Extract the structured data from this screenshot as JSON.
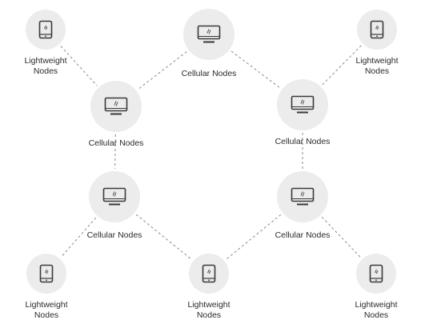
{
  "diagram": {
    "nodes": [
      {
        "id": "lw-top-left",
        "kind": "lightweight",
        "icon": "phone-icon",
        "label": "Lightweight\nNodes"
      },
      {
        "id": "cell-top",
        "kind": "cellular",
        "icon": "monitor-icon",
        "label": "Cellular Nodes"
      },
      {
        "id": "lw-top-right",
        "kind": "lightweight",
        "icon": "phone-icon",
        "label": "Lightweight\nNodes"
      },
      {
        "id": "cell-upper-left",
        "kind": "cellular",
        "icon": "monitor-icon",
        "label": "Cellular Nodes"
      },
      {
        "id": "cell-upper-right",
        "kind": "cellular",
        "icon": "monitor-icon",
        "label": "Cellular Nodes"
      },
      {
        "id": "cell-lower-left",
        "kind": "cellular",
        "icon": "monitor-icon",
        "label": "Cellular Nodes"
      },
      {
        "id": "cell-lower-right",
        "kind": "cellular",
        "icon": "monitor-icon",
        "label": "Cellular Nodes"
      },
      {
        "id": "lw-bottom-left",
        "kind": "lightweight",
        "icon": "phone-icon",
        "label": "Lightweight\nNodes"
      },
      {
        "id": "lw-bottom-mid",
        "kind": "lightweight",
        "icon": "phone-icon",
        "label": "Lightweight\nNodes"
      },
      {
        "id": "lw-bottom-right",
        "kind": "lightweight",
        "icon": "phone-icon",
        "label": "Lightweight\nNodes"
      }
    ],
    "edges": [
      [
        "lw-top-left",
        "cell-upper-left"
      ],
      [
        "cell-top",
        "cell-upper-left"
      ],
      [
        "cell-top",
        "cell-upper-right"
      ],
      [
        "lw-top-right",
        "cell-upper-right"
      ],
      [
        "cell-upper-left",
        "cell-lower-left"
      ],
      [
        "cell-upper-right",
        "cell-lower-right"
      ],
      [
        "cell-lower-left",
        "lw-bottom-left"
      ],
      [
        "cell-lower-left",
        "lw-bottom-mid"
      ],
      [
        "cell-lower-right",
        "lw-bottom-mid"
      ],
      [
        "cell-lower-right",
        "lw-bottom-right"
      ]
    ],
    "colors": {
      "node_fill": "#ececec",
      "icon_stroke": "#3a3a3a",
      "edge": "#8a8a8a",
      "label": "#2b2b2b"
    }
  }
}
